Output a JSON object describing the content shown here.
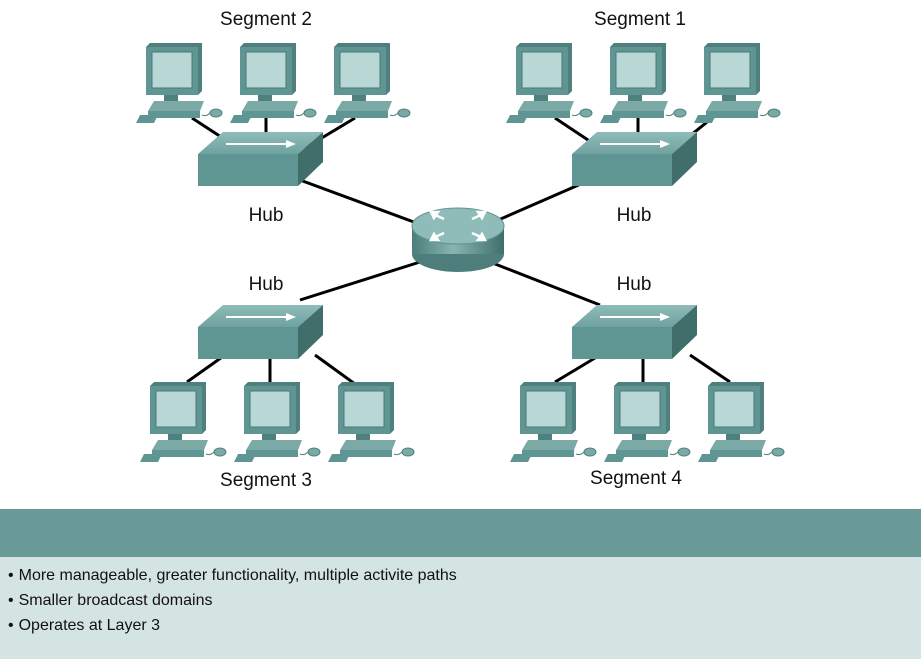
{
  "segments": {
    "seg1": "Segment 1",
    "seg2": "Segment 2",
    "seg3": "Segment 3",
    "seg4": "Segment 4"
  },
  "hub_label": "Hub",
  "bullets": [
    "More manageable, greater functionality, multiple activite paths",
    "Smaller broadcast domains",
    "Operates at Layer 3"
  ],
  "colors": {
    "device_teal": "#5f9693",
    "screen_light": "#b9d7d4",
    "banner": "#6a9a97",
    "panel": "#d4e4e2"
  }
}
